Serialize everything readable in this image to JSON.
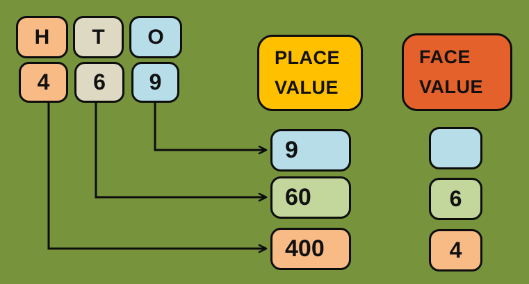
{
  "palette": {
    "background": "#77943D",
    "peach": "#F9BB86",
    "tan": "#DDD9C3",
    "light_blue": "#B6DDE8",
    "light_green": "#C3D69B",
    "gold": "#FFC000",
    "orange_red": "#E5612B",
    "outline": "#0D0D0D"
  },
  "hto_header": [
    {
      "label": "H"
    },
    {
      "label": "T"
    },
    {
      "label": "O"
    }
  ],
  "number_digits": [
    {
      "label": "4"
    },
    {
      "label": "6"
    },
    {
      "label": "9"
    }
  ],
  "place_value": {
    "header_line1": "PLACE",
    "header_line2": "VALUE",
    "items": [
      {
        "value": "9"
      },
      {
        "value": "60"
      },
      {
        "value": "400"
      }
    ]
  },
  "face_value": {
    "header_line1": "FACE",
    "header_line2": "VALUE",
    "items": [
      {
        "value": ""
      },
      {
        "value": "6"
      },
      {
        "value": "4"
      }
    ]
  }
}
